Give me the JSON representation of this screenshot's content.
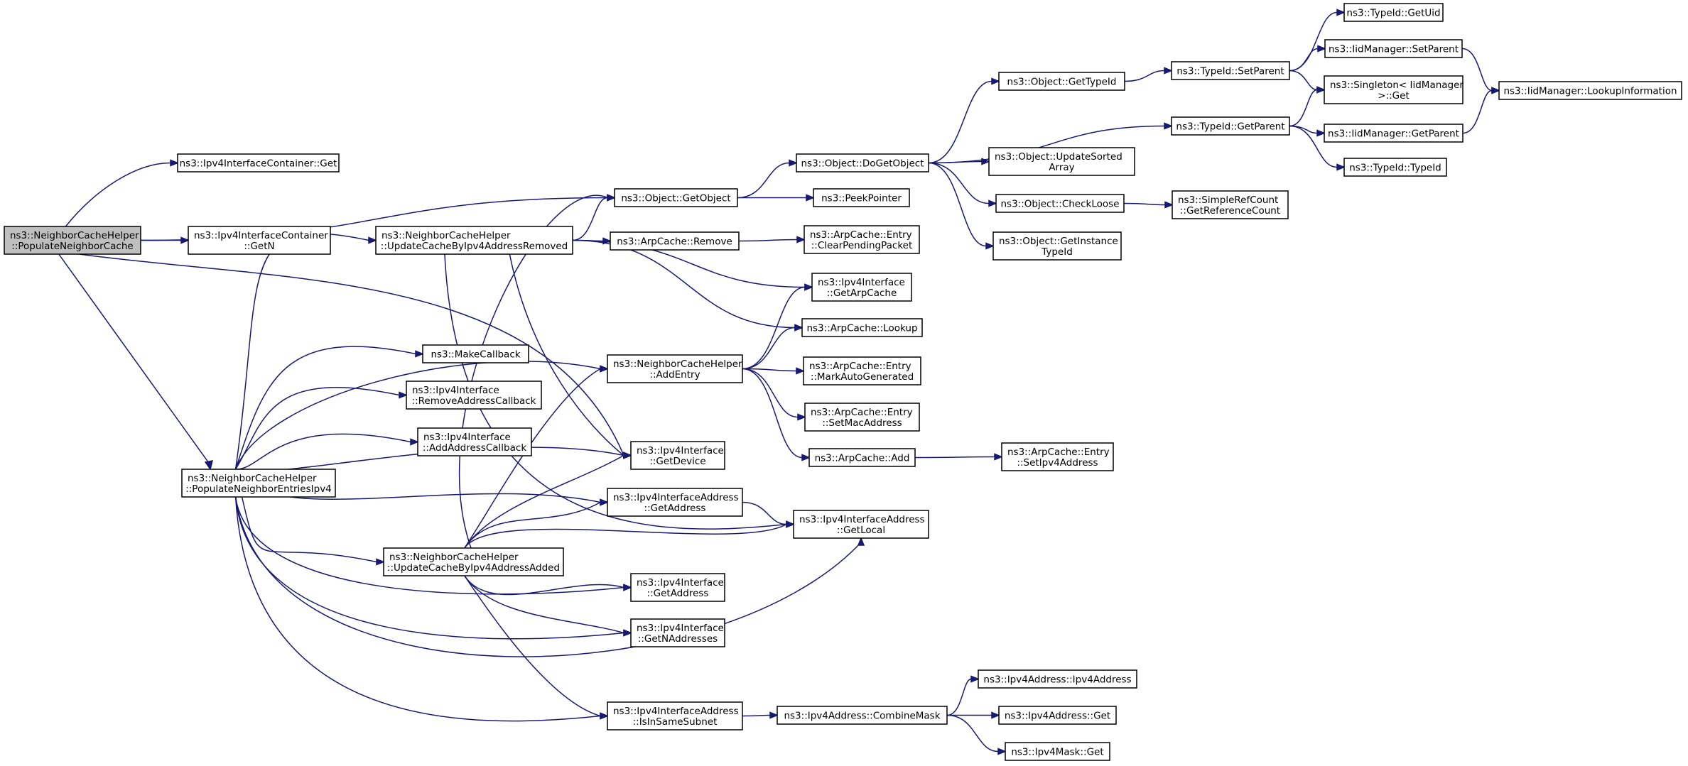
{
  "nodes": {
    "root": [
      "ns3::NeighborCacheHelper",
      "::PopulateNeighborCache"
    ],
    "ivc_get": [
      "ns3::Ipv4InterfaceContainer::Get"
    ],
    "ivc_getn": [
      "ns3::Ipv4InterfaceContainer",
      "::GetN"
    ],
    "pop_entries": [
      "ns3::NeighborCacheHelper",
      "::PopulateNeighborEntriesIpv4"
    ],
    "upd_removed": [
      "ns3::NeighborCacheHelper",
      "::UpdateCacheByIpv4AddressRemoved"
    ],
    "upd_added": [
      "ns3::NeighborCacheHelper",
      "::UpdateCacheByIpv4AddressAdded"
    ],
    "make_cb": [
      "ns3::MakeCallback"
    ],
    "remove_cb": [
      "ns3::Ipv4Interface",
      "::RemoveAddressCallback"
    ],
    "add_cb": [
      "ns3::Ipv4Interface",
      "::AddAddressCallback"
    ],
    "getobject": [
      "ns3::Object::GetObject"
    ],
    "arp_remove": [
      "ns3::ArpCache::Remove"
    ],
    "add_entry": [
      "ns3::NeighborCacheHelper",
      "::AddEntry"
    ],
    "if_getdevice": [
      "ns3::Ipv4Interface",
      "::GetDevice"
    ],
    "ifaddr_getaddress": [
      "ns3::Ipv4InterfaceAddress",
      "::GetAddress"
    ],
    "if_getaddress": [
      "ns3::Ipv4Interface",
      "::GetAddress"
    ],
    "if_getnaddresses": [
      "ns3::Ipv4Interface",
      "::GetNAddresses"
    ],
    "is_same_subnet": [
      "ns3::Ipv4InterfaceAddress",
      "::IsInSameSubnet"
    ],
    "dogetobject": [
      "ns3::Object::DoGetObject"
    ],
    "peekpointer": [
      "ns3::PeekPointer"
    ],
    "clear_pending": [
      "ns3::ArpCache::Entry",
      "::ClearPendingPacket"
    ],
    "get_arpcache": [
      "ns3::Ipv4Interface",
      "::GetArpCache"
    ],
    "arp_lookup": [
      "ns3::ArpCache::Lookup"
    ],
    "mark_auto": [
      "ns3::ArpCache::Entry",
      "::MarkAutoGenerated"
    ],
    "set_mac": [
      "ns3::ArpCache::Entry",
      "::SetMacAddress"
    ],
    "arp_add": [
      "ns3::ArpCache::Add"
    ],
    "getlocal": [
      "ns3::Ipv4InterfaceAddress",
      "::GetLocal"
    ],
    "combine_mask": [
      "ns3::Ipv4Address::CombineMask"
    ],
    "get_typeid": [
      "ns3::Object::GetTypeId"
    ],
    "update_sorted": [
      "ns3::Object::UpdateSorted",
      "Array"
    ],
    "check_loose": [
      "ns3::Object::CheckLoose"
    ],
    "get_instance_typeid": [
      "ns3::Object::GetInstance",
      "TypeId"
    ],
    "set_ipv4": [
      "ns3::ArpCache::Entry",
      "::SetIpv4Address"
    ],
    "ipv4addr_ctor": [
      "ns3::Ipv4Address::Ipv4Address"
    ],
    "ipv4addr_get": [
      "ns3::Ipv4Address::Get"
    ],
    "ipv4mask_get": [
      "ns3::Ipv4Mask::Get"
    ],
    "typeid_setparent": [
      "ns3::TypeId::SetParent"
    ],
    "typeid_getparent": [
      "ns3::TypeId::GetParent"
    ],
    "get_refcount": [
      "ns3::SimpleRefCount",
      "::GetReferenceCount"
    ],
    "typeid_getuid": [
      "ns3::TypeId::GetUid"
    ],
    "iid_setparent": [
      "ns3::IidManager::SetParent"
    ],
    "singleton_get": [
      "ns3::Singleton< IidManager",
      " >::Get"
    ],
    "iid_getparent": [
      "ns3::IidManager::GetParent"
    ],
    "typeid_typeid": [
      "ns3::TypeId::TypeId"
    ],
    "iid_lookup": [
      "ns3::IidManager::LookupInformation"
    ]
  },
  "colors": {
    "edge": "#191970",
    "root_fill": "#bfbfbf",
    "node_fill": "#ffffff",
    "border": "#000000"
  }
}
